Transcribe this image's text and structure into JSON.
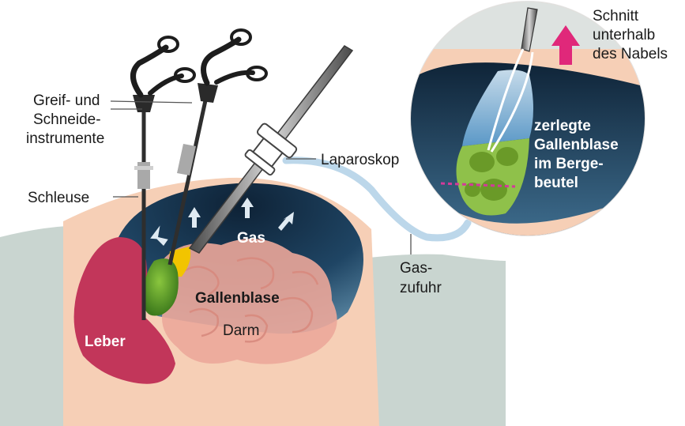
{
  "labels": {
    "instruments_1": "Greif- und",
    "instruments_2": "Schneide-",
    "instruments_3": "instrumente",
    "schleuse": "Schleuse",
    "laparoskop": "Laparoskop",
    "gas": "Gas",
    "gallenblase": "Gallenblase",
    "darm": "Darm",
    "leber": "Leber",
    "gaszufuhr_1": "Gas-",
    "gaszufuhr_2": "zufuhr",
    "schnitt_1": "Schnitt",
    "schnitt_2": "unterhalb",
    "schnitt_3": "des Nabels",
    "inset_1": "zerlegte",
    "inset_2": "Gallenblase",
    "inset_3": "im Berge-",
    "inset_4": "beutel"
  },
  "colors": {
    "skin": "#f6cfb6",
    "background_body": "#c9d5d0",
    "cavity": "#1d3b55",
    "liver": "#c2365a",
    "gallbladder": "#5f9a2c",
    "gallbladder_highlight": "#f2c400",
    "intestine": "#eca79a",
    "tube": "#bcd7ea",
    "arrow_magenta": "#e0287a"
  }
}
